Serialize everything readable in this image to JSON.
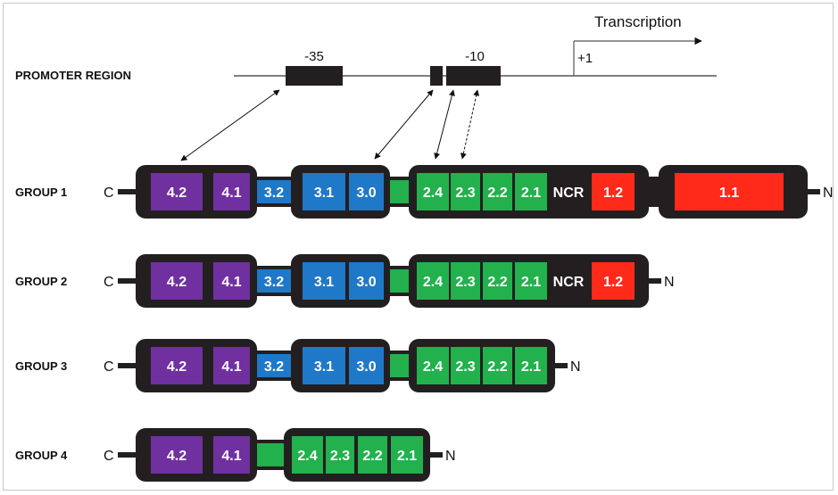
{
  "promoter": {
    "label": "PROMOTER REGION",
    "minus35": "-35",
    "minus10": "-10",
    "plus1": "+1",
    "transcription": "Transcription"
  },
  "colors": {
    "region4": "#7030a0",
    "region3": "#1f78c8",
    "region2": "#22b14c",
    "region1": "#ff2a1a",
    "backbone": "#231f20"
  },
  "groups": [
    {
      "label": "GROUP 1",
      "c_term": "C",
      "n_term": "N",
      "segments": [
        "4.2",
        "4.1",
        "3.2",
        "3.1",
        "3.0",
        "2.4",
        "2.3",
        "2.2",
        "2.1",
        "NCR",
        "1.2",
        "1.1"
      ]
    },
    {
      "label": "GROUP 2",
      "c_term": "C",
      "n_term": "N",
      "segments": [
        "4.2",
        "4.1",
        "3.2",
        "3.1",
        "3.0",
        "2.4",
        "2.3",
        "2.2",
        "2.1",
        "NCR",
        "1.2"
      ]
    },
    {
      "label": "GROUP 3",
      "c_term": "C",
      "n_term": "N",
      "segments": [
        "4.2",
        "4.1",
        "3.2",
        "3.1",
        "3.0",
        "2.4",
        "2.3",
        "2.2",
        "2.1"
      ]
    },
    {
      "label": "GROUP 4",
      "c_term": "C",
      "n_term": "N",
      "segments": [
        "4.2",
        "4.1",
        "2.4",
        "2.3",
        "2.2",
        "2.1"
      ]
    }
  ]
}
